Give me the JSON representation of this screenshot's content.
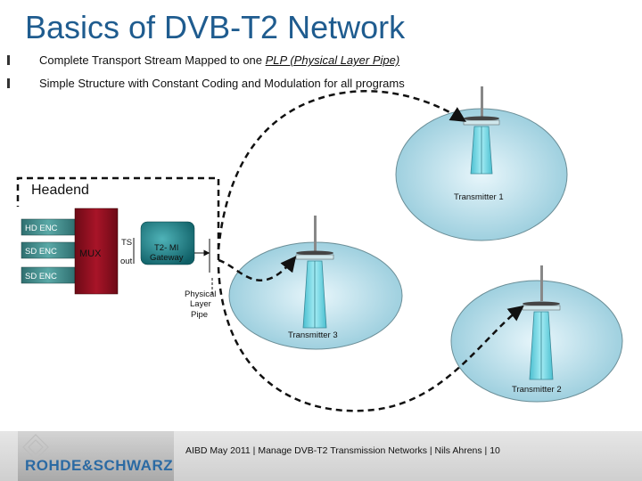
{
  "title": "Basics of DVB-T2  Network",
  "bullets": [
    {
      "pre": "Complete Transport Stream Mapped to one ",
      "link": "PLP (Physical Layer Pipe)"
    },
    {
      "text": "Simple Structure with Constant Coding and Modulation for all programs"
    }
  ],
  "diagram": {
    "headend_label": "Headend",
    "encoders": [
      "HD ENC",
      "SD ENC",
      "SD ENC"
    ],
    "mux_label": "MUX",
    "ts_label": "TS",
    "out_label": "out",
    "gateway_label_1": "T2- MI",
    "gateway_label_2": "Gateway",
    "plp_label_1": "Physical",
    "plp_label_2": "Layer",
    "plp_label_3": "Pipe",
    "transmitters": [
      "Transmitter 1",
      "Transmitter 3",
      "Transmitter 2"
    ]
  },
  "footer": {
    "text": "AIBD May 2011 |  Manage DVB-T2 Transmission Networks  |  Nils Ahrens  |  10",
    "logo": "ROHDE&SCHWARZ"
  },
  "colors": {
    "title": "#1f5c8f",
    "cell_gradient_center": "#e8f6fb",
    "cell_gradient_edge": "#9fd0df",
    "mux": "#8b0f1e",
    "encoder": "#3f8f8f",
    "gateway": "#1f7f87",
    "tower": "#67d7e6"
  }
}
